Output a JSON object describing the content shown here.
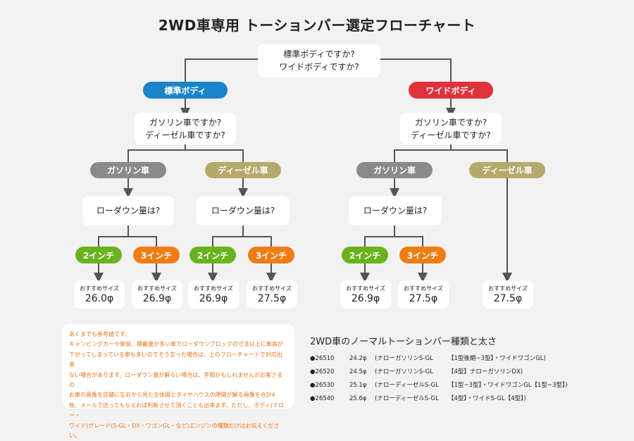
{
  "title": "2WD車専用 トーションバー選定フローチャート",
  "root_question": [
    "標準ボディですか?",
    "ワイドボディですか?"
  ],
  "body_types": {
    "standard": {
      "label": "標準ボディ",
      "color": "#1a84c8"
    },
    "wide": {
      "label": "ワイドボディ",
      "color": "#e0313c"
    }
  },
  "fuel_question": [
    "ガソリン車ですか?",
    "ディーゼル車ですか?"
  ],
  "fuel_types": {
    "gasoline": {
      "label": "ガソリン車",
      "color": "#8a8a8a"
    },
    "diesel": {
      "label": "ディーゼル車",
      "color": "#b5aa6c"
    }
  },
  "lowdown_question": "ローダウン量は?",
  "lowdown": {
    "two": {
      "label": "2インチ",
      "color": "#6bb31e"
    },
    "three": {
      "label": "3インチ",
      "color": "#ef7d14"
    }
  },
  "recommend_label": "おすすめサイズ",
  "results": [
    "26.0φ",
    "26.9φ",
    "26.9φ",
    "27.5φ",
    "26.9φ",
    "27.5φ",
    "27.5φ"
  ],
  "note": {
    "lines": [
      "あくまでも参考値です。",
      "キャンピングカーや架装、積載量が多い車でローダウンブロックの寸法以上に車高が",
      "下がってしまっている車も多いのでそう言った場合は、上のフローチャートで対応出来",
      "ない場合があります。ローダウン量が解らい場合は、手間かもしれませんがお客さまの",
      "お車の画像を店舗に左右から見た全体図とタイヤハウスの隙間が解る画像を合計4",
      "枚、メールで送ってもらえれば判断させて頂くことも出来ます。ただし、ボディ(ナロー・",
      "ワイド)グレード(S-GL・DX・ワゴンGL・など)エンジンの種類だけはお伝えください。"
    ]
  },
  "info": {
    "title": "2WD車のノーマルトーションバー種類と太さ",
    "rows": [
      {
        "code": "●26510",
        "size": "24.2φ",
        "type": "(ナローガソリンS-GL",
        "model": "【1型後期~3型】・ワイドワゴンGL)"
      },
      {
        "code": "●26520",
        "size": "24.5φ",
        "type": "(ナローガソリンS-GL",
        "model": "【4型】ナローガソリンDX)"
      },
      {
        "code": "●26530",
        "size": "25.1φ",
        "type": "(ナローディーゼルS-GL",
        "model": "【1型~3型】・ワイドワゴンGL【1型~3型】)"
      },
      {
        "code": "●26540",
        "size": "25.6φ",
        "type": "(ナローディーゼルS-GL",
        "model": "【4型】・ワイドS-GL【4型】)"
      }
    ]
  }
}
